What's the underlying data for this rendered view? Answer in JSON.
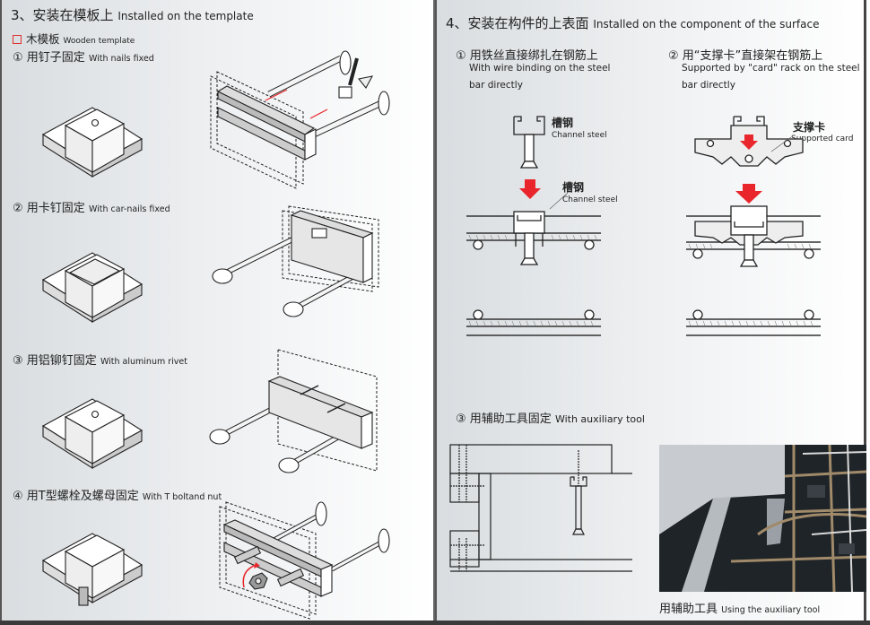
{
  "left_section": {
    "title_cn": "3、安装在模板上",
    "title_en": "Installed on the template",
    "material_cn": "木模板",
    "material_en": "Wooden template",
    "methods": [
      {
        "num": "①",
        "cn": "用钉子固定",
        "en": "With nails fixed"
      },
      {
        "num": "②",
        "cn": "用卡钉固定",
        "en": "With car-nails fixed"
      },
      {
        "num": "③",
        "cn": "用铝铆钉固定",
        "en": "With aluminum rivet"
      },
      {
        "num": "④",
        "cn": "用T型螺栓及螺母固定",
        "en": "With T boltand nut"
      }
    ]
  },
  "right_section": {
    "title_cn": "4、安装在构件的上表面",
    "title_en": "Installed on the component of the surface",
    "methods": [
      {
        "num": "①",
        "cn": "用铁丝直接绑扎在钢筋上",
        "en_line1": "With wire binding on the steel",
        "en_line2": "bar directly"
      },
      {
        "num": "②",
        "cn": "用“支撑卡”直接架在钢筋上",
        "en_line1": "Supported by \"card\" rack on the steel",
        "en_line2": "bar directly"
      },
      {
        "num": "③",
        "cn": "用辅助工具固定",
        "en": "With auxiliary tool"
      }
    ],
    "callouts": {
      "channel_cn": "槽钢",
      "channel_en": "Channel steel",
      "card_cn": "支撑卡",
      "card_en": "Supported card"
    },
    "photo_caption_cn": "用辅助工具",
    "photo_caption_en": "Using the auxiliary tool"
  },
  "colors": {
    "accent_red": "#e8262b",
    "line": "#2a2a2a"
  }
}
